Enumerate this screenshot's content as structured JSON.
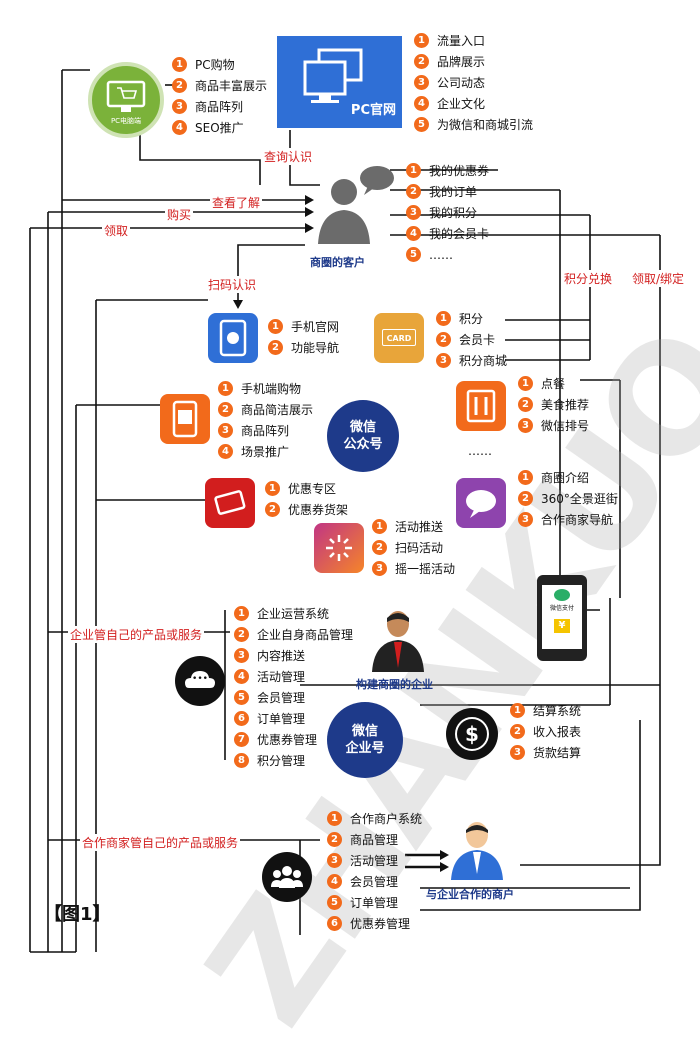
{
  "pc_shop": {
    "icon_label": "PC电脑端",
    "items": [
      "PC购物",
      "商品丰富展示",
      "商品阵列",
      "SEO推广"
    ]
  },
  "pc_site": {
    "label": "PC官网",
    "items": [
      "流量入口",
      "品牌展示",
      "公司动态",
      "企业文化",
      "为微信和商城引流"
    ]
  },
  "customer": {
    "label": "商圈的客户",
    "items": [
      "我的优惠券",
      "我的订单",
      "我的积分",
      "我的会员卡",
      "……"
    ]
  },
  "edge_labels": {
    "query": "查询认识",
    "browse": "查看了解",
    "buy": "购买",
    "claim": "领取",
    "scan": "扫码认识",
    "points_redeem": "积分兑换",
    "claim_bind": "领取/绑定",
    "enterprise_manage": "企业管自己的产品或服务",
    "partner_manage": "合作商家管自己的产品或服务"
  },
  "mobile_site": {
    "items": [
      "手机官网",
      "功能导航"
    ]
  },
  "card": {
    "icon_text": "CARD",
    "items": [
      "积分",
      "会员卡",
      "积分商城"
    ]
  },
  "mobile_shop": {
    "items": [
      "手机端购物",
      "商品简洁展示",
      "商品阵列",
      "场景推广"
    ]
  },
  "wechat_public": {
    "label_line1": "微信",
    "label_line2": "公众号"
  },
  "food": {
    "items": [
      "点餐",
      "美食推荐",
      "微信排号"
    ]
  },
  "more_dots": "……",
  "coupon": {
    "items": [
      "优惠专区",
      "优惠券货架"
    ]
  },
  "district": {
    "items": [
      "商圈介绍",
      "360°全景逛街",
      "合作商家导航"
    ]
  },
  "activity": {
    "items": [
      "活动推送",
      "扫码活动",
      "摇一摇活动"
    ]
  },
  "wechat_pay": {
    "label": "微信支付",
    "yen": "¥"
  },
  "enterprise": {
    "label": "构建商圈的企业",
    "items": [
      "企业运营系统",
      "企业自身商品管理",
      "内容推送",
      "活动管理",
      "会员管理",
      "订单管理",
      "优惠券管理",
      "积分管理"
    ]
  },
  "wechat_enterprise": {
    "label_line1": "微信",
    "label_line2": "企业号"
  },
  "settlement": {
    "icon_text": "$",
    "items": [
      "结算系统",
      "收入报表",
      "货款结算"
    ]
  },
  "cloud_dots": "•••",
  "partner": {
    "label": "与企业合作的商户",
    "items": [
      "合作商户系统",
      "商品管理",
      "活动管理",
      "会员管理",
      "订单管理",
      "优惠券管理"
    ]
  },
  "figure_label": "【图1】",
  "watermark": "ZHANKUO",
  "colors": {
    "orange": "#f26a1b",
    "navy": "#1e3a8a",
    "red": "#d21e1e",
    "blue": "#2f6fd6",
    "green": "#7bb23a",
    "purple": "#8e44ad",
    "gold": "#e8a53a"
  }
}
